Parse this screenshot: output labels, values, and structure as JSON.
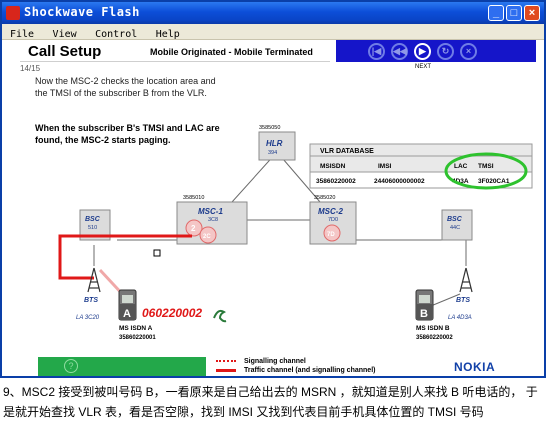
{
  "window": {
    "title": "Shockwave Flash",
    "menus": [
      "File",
      "View",
      "Control",
      "Help"
    ],
    "controls": {
      "minimize": "_",
      "maximize": "□",
      "close": "×"
    }
  },
  "slide": {
    "title": "Call Setup",
    "subtitle": "Mobile Originated - Mobile Terminated",
    "page": "14/15",
    "next_label": "NEXT",
    "paragraph1": "Now the MSC-2 checks the location area and the TMSI of the subscriber B from the VLR.",
    "paragraph2": "When the subscriber B's TMSI and LAC are found, the MSC-2 starts paging."
  },
  "nav_buttons": [
    {
      "name": "first-icon",
      "glyph": "|◀"
    },
    {
      "name": "back-icon",
      "glyph": "◀◀"
    },
    {
      "name": "next-icon",
      "glyph": "▶"
    },
    {
      "name": "replay-icon",
      "glyph": "↻"
    },
    {
      "name": "close-icon",
      "glyph": "×"
    }
  ],
  "diagram": {
    "hlr": {
      "code": "3585050",
      "label": "HLR",
      "sub": "394"
    },
    "msc1": {
      "code": "3585010",
      "label": "MSC-1",
      "sub": "3C8",
      "badge1": "2",
      "badge2": "2C"
    },
    "msc2": {
      "code": "3585020",
      "label": "MSC-2",
      "sub": "7D0",
      "badge": "7D"
    },
    "bsc_left": {
      "label": "BSC",
      "sub": "510"
    },
    "bsc_right": {
      "label": "BSC",
      "sub": "44C"
    },
    "bts_left": {
      "label": "BTS",
      "sub": "LA 3C20"
    },
    "bts_right": {
      "label": "BTS",
      "sub": "LA 4D3A"
    },
    "ms_a": {
      "letter": "A",
      "number": "060220002",
      "label": "MS ISDN A",
      "isdn": "35860220001"
    },
    "ms_b": {
      "letter": "B",
      "label": "MS ISDN B",
      "isdn": "35860220002"
    },
    "vlr": {
      "title": "VLR DATABASE",
      "headers": [
        "MSISDN",
        "IMSI",
        "LAC",
        "TMSI"
      ],
      "row": [
        "35860220002",
        "24406000000002",
        "4D3A",
        "3F020CA1"
      ]
    }
  },
  "footer": {
    "legend_signalling": "Signalling channel",
    "legend_traffic": "Traffic channel (and signalling channel)",
    "brand": "NOKIA",
    "help": "?"
  },
  "caption": "9、MSC2 接受到被叫号码 B，一看原来是自己给出去的 MSRN ，就知道是别人来找 B 听电话的， 于是就开始查找 VLR 表，看是否空隙，找到 IMSI 又找到代表目前手机具体位置的 TMSI 号码",
  "colors": {
    "accent": "#e01818",
    "nav": "#1515c9",
    "highlight": "#2ec22e",
    "node": "#dcdcdc"
  }
}
